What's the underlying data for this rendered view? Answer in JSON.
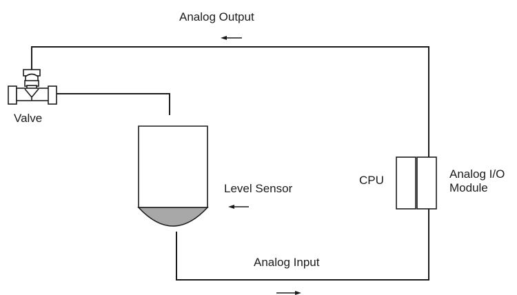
{
  "labels": {
    "analog_output": "Analog Output",
    "analog_input": "Analog Input",
    "valve": "Valve",
    "level_sensor": "Level Sensor",
    "cpu": "CPU",
    "analog_io_line1": "Analog I/O",
    "analog_io_line2": "Module"
  },
  "colors": {
    "line": "#1a1a1a",
    "liquid": "#a8a8a8",
    "background": "#ffffff"
  }
}
